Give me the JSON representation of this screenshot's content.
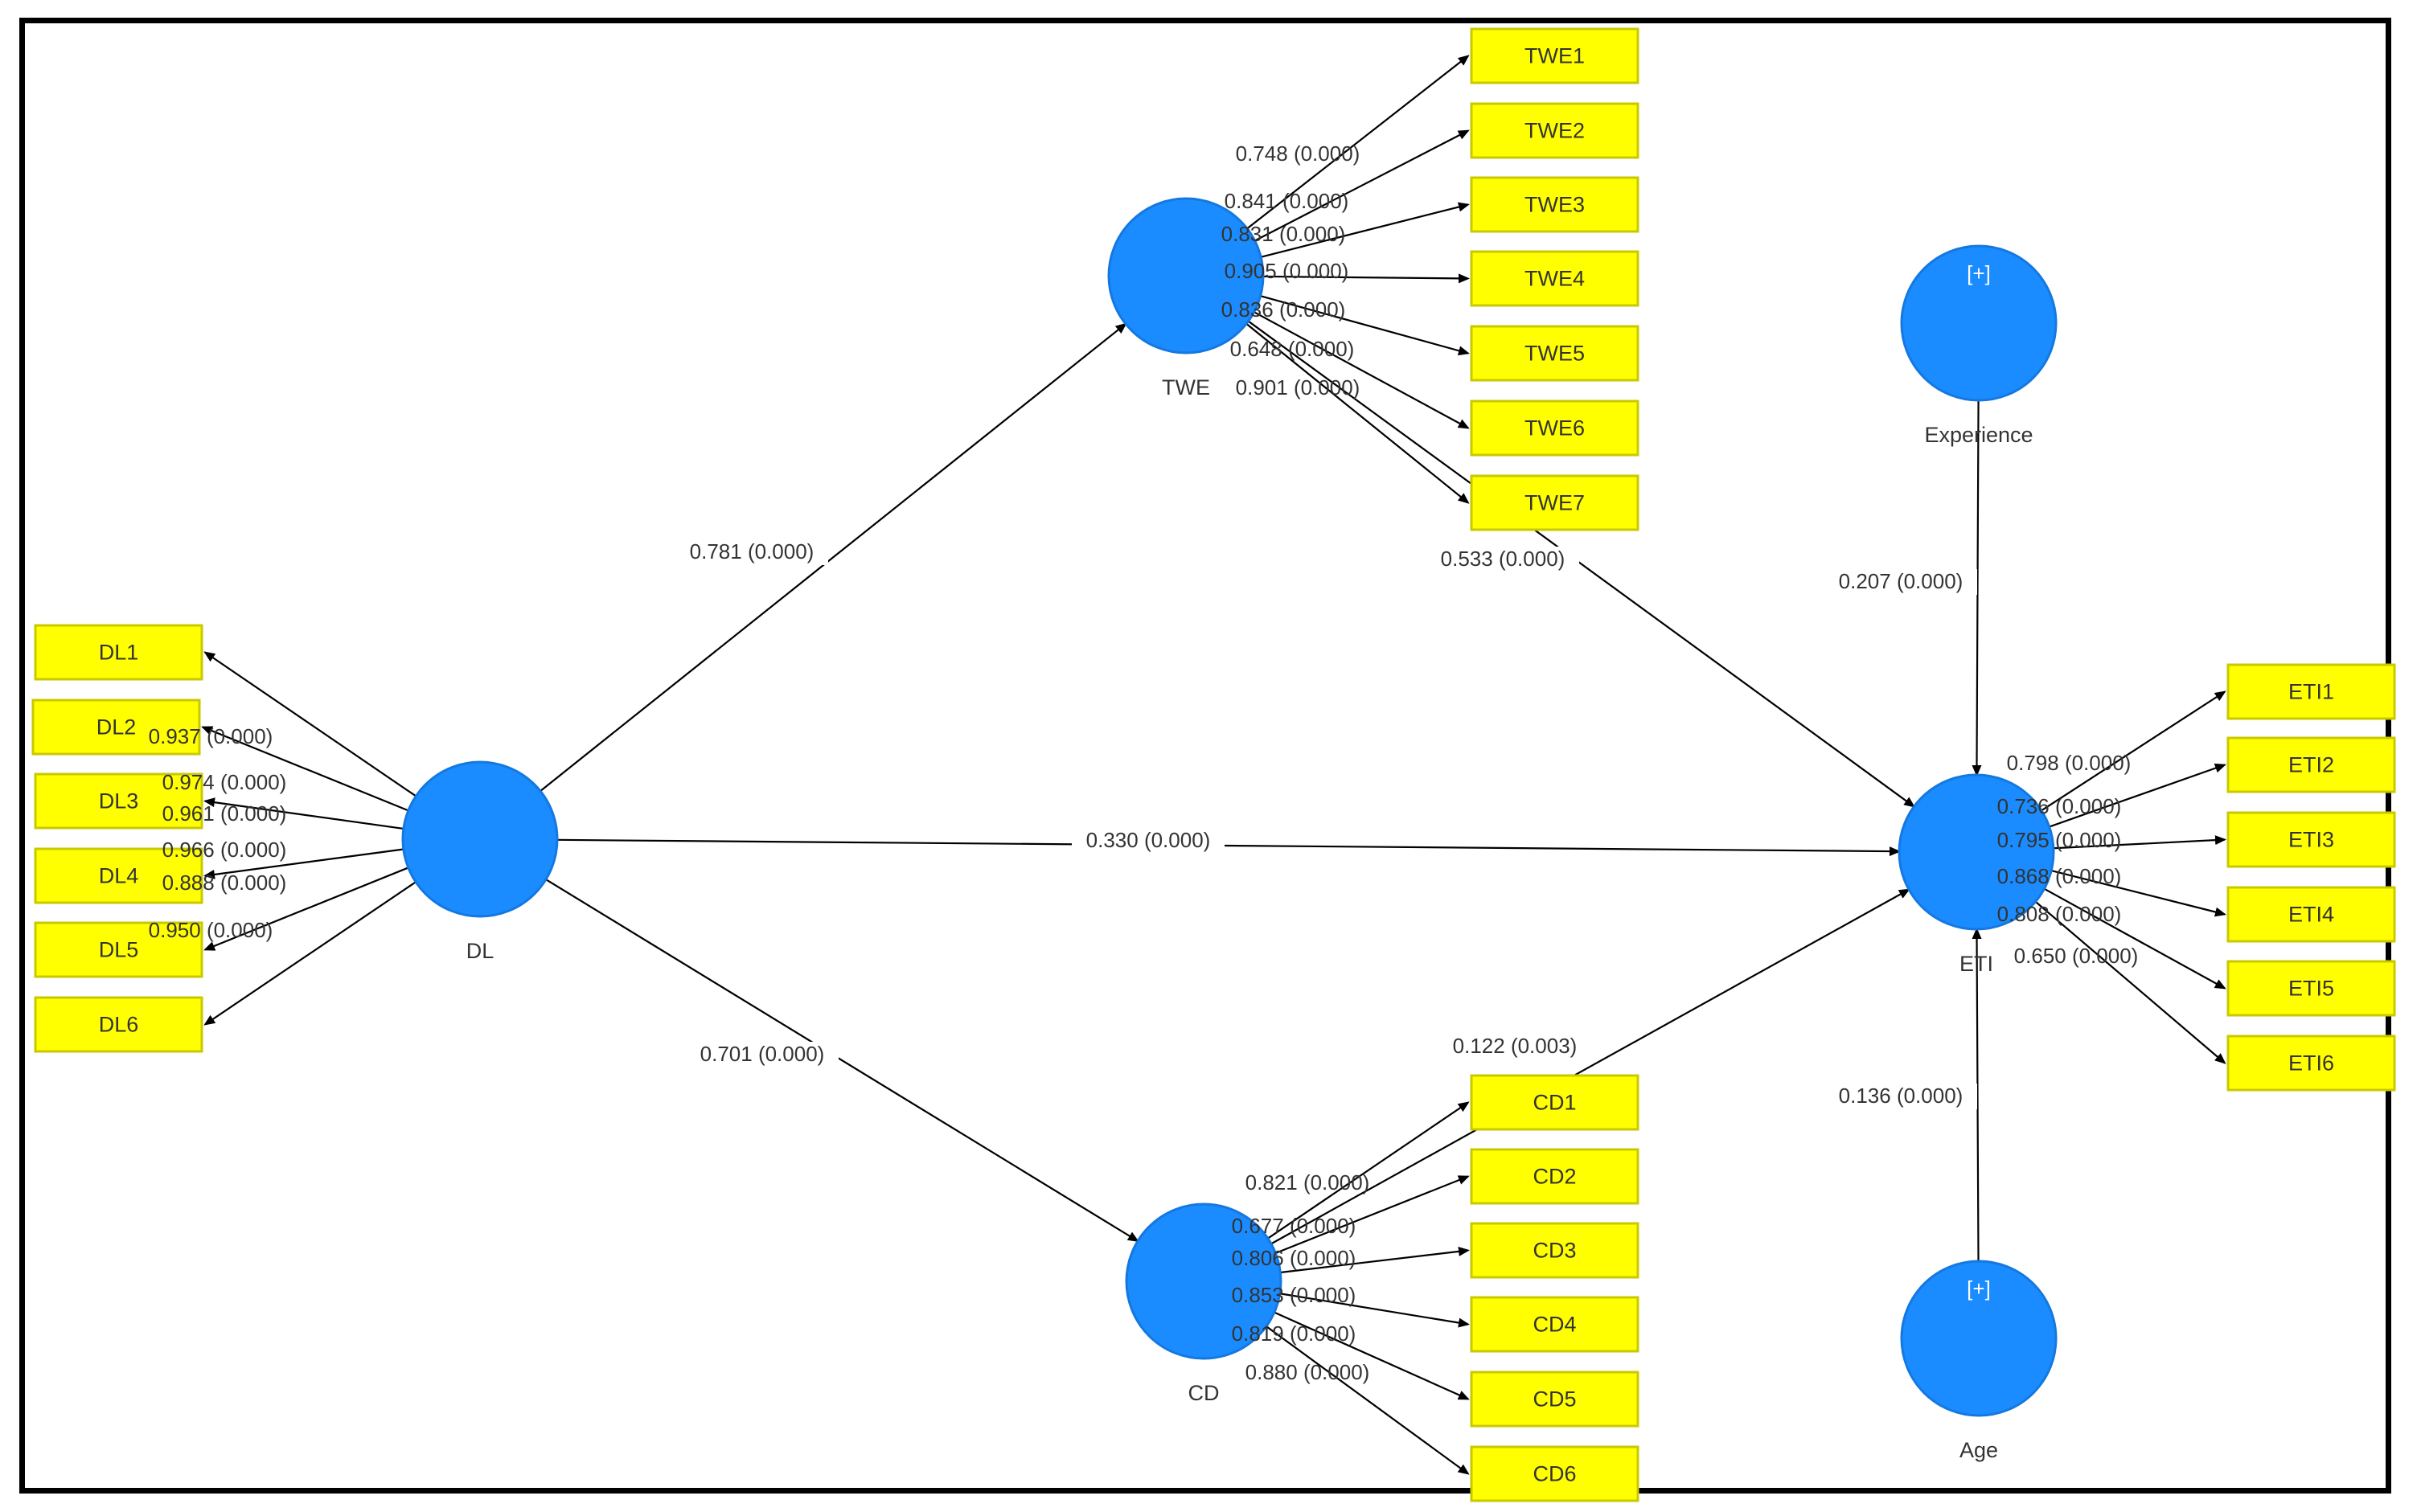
{
  "latent": [
    {
      "id": "DL",
      "label": "DL"
    },
    {
      "id": "TWE",
      "label": "TWE"
    },
    {
      "id": "CD",
      "label": "CD"
    },
    {
      "id": "ETI",
      "label": "ETI"
    },
    {
      "id": "Experience",
      "label": "Experience",
      "plus": "[+]"
    },
    {
      "id": "Age",
      "label": "Age",
      "plus": "[+]"
    }
  ],
  "indicators": {
    "DL": [
      "DL1",
      "DL2",
      "DL3",
      "DL4",
      "DL5",
      "DL6"
    ],
    "TWE": [
      "TWE1",
      "TWE2",
      "TWE3",
      "TWE4",
      "TWE5",
      "TWE6",
      "TWE7"
    ],
    "ETI": [
      "ETI1",
      "ETI2",
      "ETI3",
      "ETI4",
      "ETI5",
      "ETI6"
    ],
    "CD": [
      "CD1",
      "CD2",
      "CD3",
      "CD4",
      "CD5",
      "CD6"
    ]
  },
  "loadings": {
    "DL": [
      "0.937 (0.000)",
      "0.974 (0.000)",
      "0.961 (0.000)",
      "0.966 (0.000)",
      "0.888 (0.000)",
      "0.950 (0.000)"
    ],
    "TWE": [
      "0.748 (0.000)",
      "0.841 (0.000)",
      "0.831 (0.000)",
      "0.905 (0.000)",
      "0.836 (0.000)",
      "0.648 (0.000)",
      "0.901 (0.000)"
    ],
    "ETI": [
      "0.798 (0.000)",
      "0.736 (0.000)",
      "0.795 (0.000)",
      "0.868 (0.000)",
      "0.808 (0.000)",
      "0.650 (0.000)"
    ],
    "CD": [
      "0.821 (0.000)",
      "0.677 (0.000)",
      "0.806 (0.000)",
      "0.853 (0.000)",
      "0.819 (0.000)",
      "0.880 (0.000)"
    ]
  },
  "paths": [
    {
      "from": "DL",
      "to": "TWE",
      "label": "0.781 (0.000)"
    },
    {
      "from": "DL",
      "to": "ETI",
      "label": "0.330 (0.000)"
    },
    {
      "from": "DL",
      "to": "CD",
      "label": "0.701 (0.000)"
    },
    {
      "from": "TWE",
      "to": "ETI",
      "label": "0.533 (0.000)"
    },
    {
      "from": "CD",
      "to": "ETI",
      "label": "0.122 (0.003)"
    },
    {
      "from": "Experience",
      "to": "ETI",
      "label": "0.207 (0.000)"
    },
    {
      "from": "Age",
      "to": "ETI",
      "label": "0.136 (0.000)"
    }
  ],
  "colors": {
    "latent": "#1a8cff",
    "indicator": "#ffff00",
    "line": "#000000",
    "frame": "#000000"
  }
}
